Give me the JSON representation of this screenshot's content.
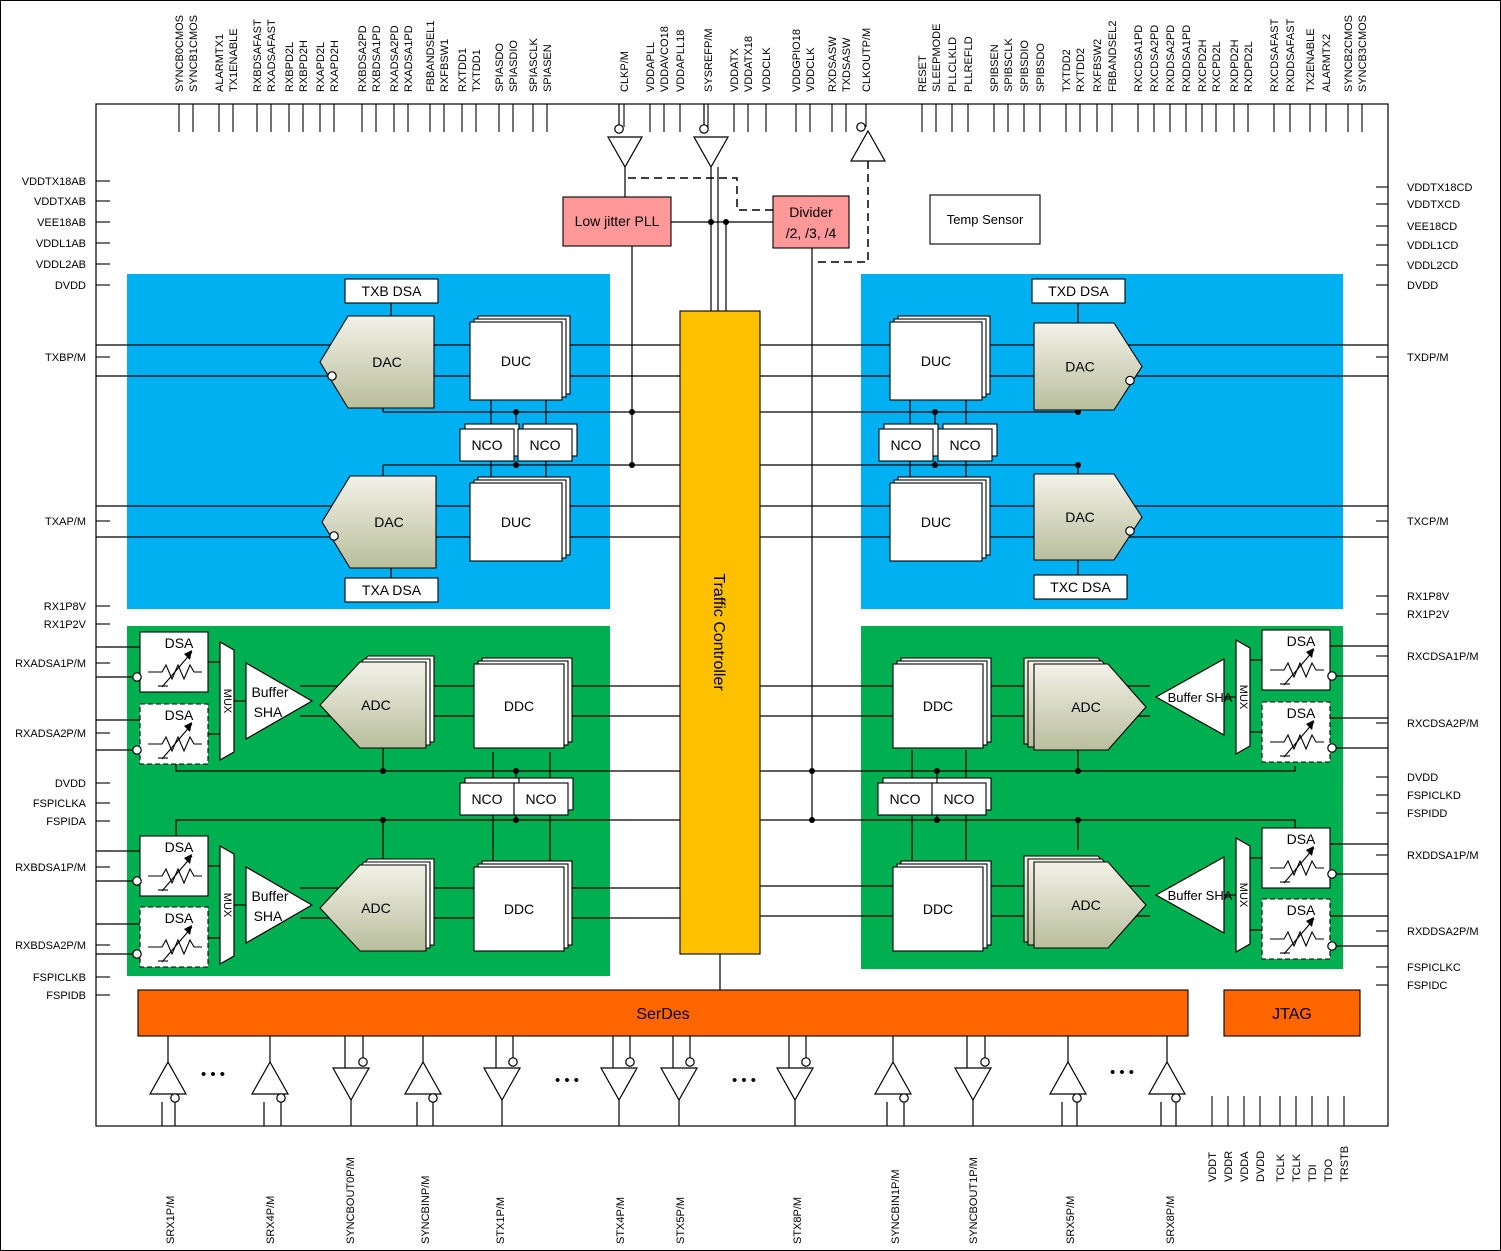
{
  "pins": {
    "top": [
      "SYNCB0CMOS",
      "SYNCB1CMOS",
      "ALARMTX1",
      "TX1ENABLE",
      "RXBDSAFAST",
      "RXADSAFAST",
      "RXBPD2L",
      "RXBPD2H",
      "RXAPD2L",
      "RXAPD2H",
      "RXBDSA2PD",
      "RXBDSA1PD",
      "RXADSA2PD",
      "RXADSA1PD",
      "FBBANDSEL1",
      "RXFBSW1",
      "RXTDD1",
      "TXTDD1",
      "SPIASDO",
      "SPIASDIO",
      "SPIASCLK",
      "SPIASEN",
      "CLKP/M",
      "VDDAPLL",
      "VDDAVCO18",
      "VDDAPLL18",
      "SYSREFP/M",
      "VDDATX",
      "VDDATX18",
      "VDDCLK",
      "VDDGPIO18",
      "VDDCLK",
      "RXDSASW",
      "TXDSASW",
      "CLKOUTP/M",
      "RESET",
      "SLEEPMODE",
      "PLLCLKLD",
      "PLLREFLD",
      "SPIBSEN",
      "SPIBSCLK",
      "SPIBSDIO",
      "SPIBSDO",
      "TXTDD2",
      "RXTDD2",
      "RXFBSW2",
      "FBBANDSEL2",
      "RXCDSA1PD",
      "RXCDSA2PD",
      "RXDDSA2PD",
      "RXDDSA1PD",
      "RXCPD2H",
      "RXCPD2L",
      "RXDPD2H",
      "RXDPD2L",
      "RXCDSAFAST",
      "RXDDSAFAST",
      "TX2ENABLE",
      "ALARMTX2",
      "SYNCB2CMOS",
      "SYNCB3CMOS"
    ],
    "left": [
      "VDDTX18AB",
      "VDDTXAB",
      "VEE18AB",
      "VDDL1AB",
      "VDDL2AB",
      "DVDD",
      "TXBP/M",
      "TXAP/M",
      "RX1P8V",
      "RX1P2V",
      "RXADSA1P/M",
      "RXADSA2P/M",
      "DVDD",
      "FSPICLKA",
      "FSPIDA",
      "RXBDSA1P/M",
      "RXBDSA2P/M",
      "FSPICLKB",
      "FSPIDB"
    ],
    "right": [
      "VDDTX18CD",
      "VDDTXCD",
      "VEE18CD",
      "VDDL1CD",
      "VDDL2CD",
      "DVDD",
      "TXDP/M",
      "TXCP/M",
      "RX1P8V",
      "RX1P2V",
      "RXCDSA1P/M",
      "RXCDSA2P/M",
      "DVDD",
      "FSPICLKD",
      "FSPIDD",
      "RXDDSA1P/M",
      "RXDDSA2P/M",
      "FSPICLKC",
      "FSPIDC"
    ],
    "bottom_ser": [
      "SRX1P/M",
      "SRX4P/M",
      "SYNCBOUT0P/M",
      "SYNCBINP/M",
      "STX1P/M",
      "STX4P/M",
      "STX5P/M",
      "STX8P/M",
      "SYNCBIN1P/M",
      "SYNCBOUT1P/M",
      "SRX5P/M",
      "SRX8P/M"
    ],
    "bottom_right": [
      "VDDT",
      "VDDR",
      "VDDA",
      "DVDD",
      "TCLK",
      "TCLK",
      "TDI",
      "TDO",
      "TRSTB"
    ]
  },
  "blocks": {
    "pll": "Low jitter PLL",
    "divider_line1": "Divider",
    "divider_line2": "/2, /3, /4",
    "temp": "Temp Sensor",
    "traffic": "Traffic Controller",
    "serdes": "SerDes",
    "jtag": "JTAG",
    "dac": "DAC",
    "duc": "DUC",
    "adc": "ADC",
    "ddc": "DDC",
    "nco": "NCO",
    "dsa": "DSA",
    "mux": "MUX",
    "buffer_line1": "Buffer",
    "buffer_line2": "SHA",
    "buffer_sha": "Buffer SHA",
    "txb_dsa": "TXB DSA",
    "txa_dsa": "TXA DSA",
    "txd_dsa": "TXD DSA",
    "txc_dsa": "TXC DSA",
    "ellipsis": "• • •"
  },
  "colors": {
    "tx_region": "#00B0F0",
    "rx_region": "#00B050",
    "pll_fill": "#FF9999",
    "traffic_fill": "#FFC000",
    "serdes_fill": "#FF6600",
    "converter_light": "#F2F2E8",
    "converter_dark": "#B9BE9C"
  }
}
